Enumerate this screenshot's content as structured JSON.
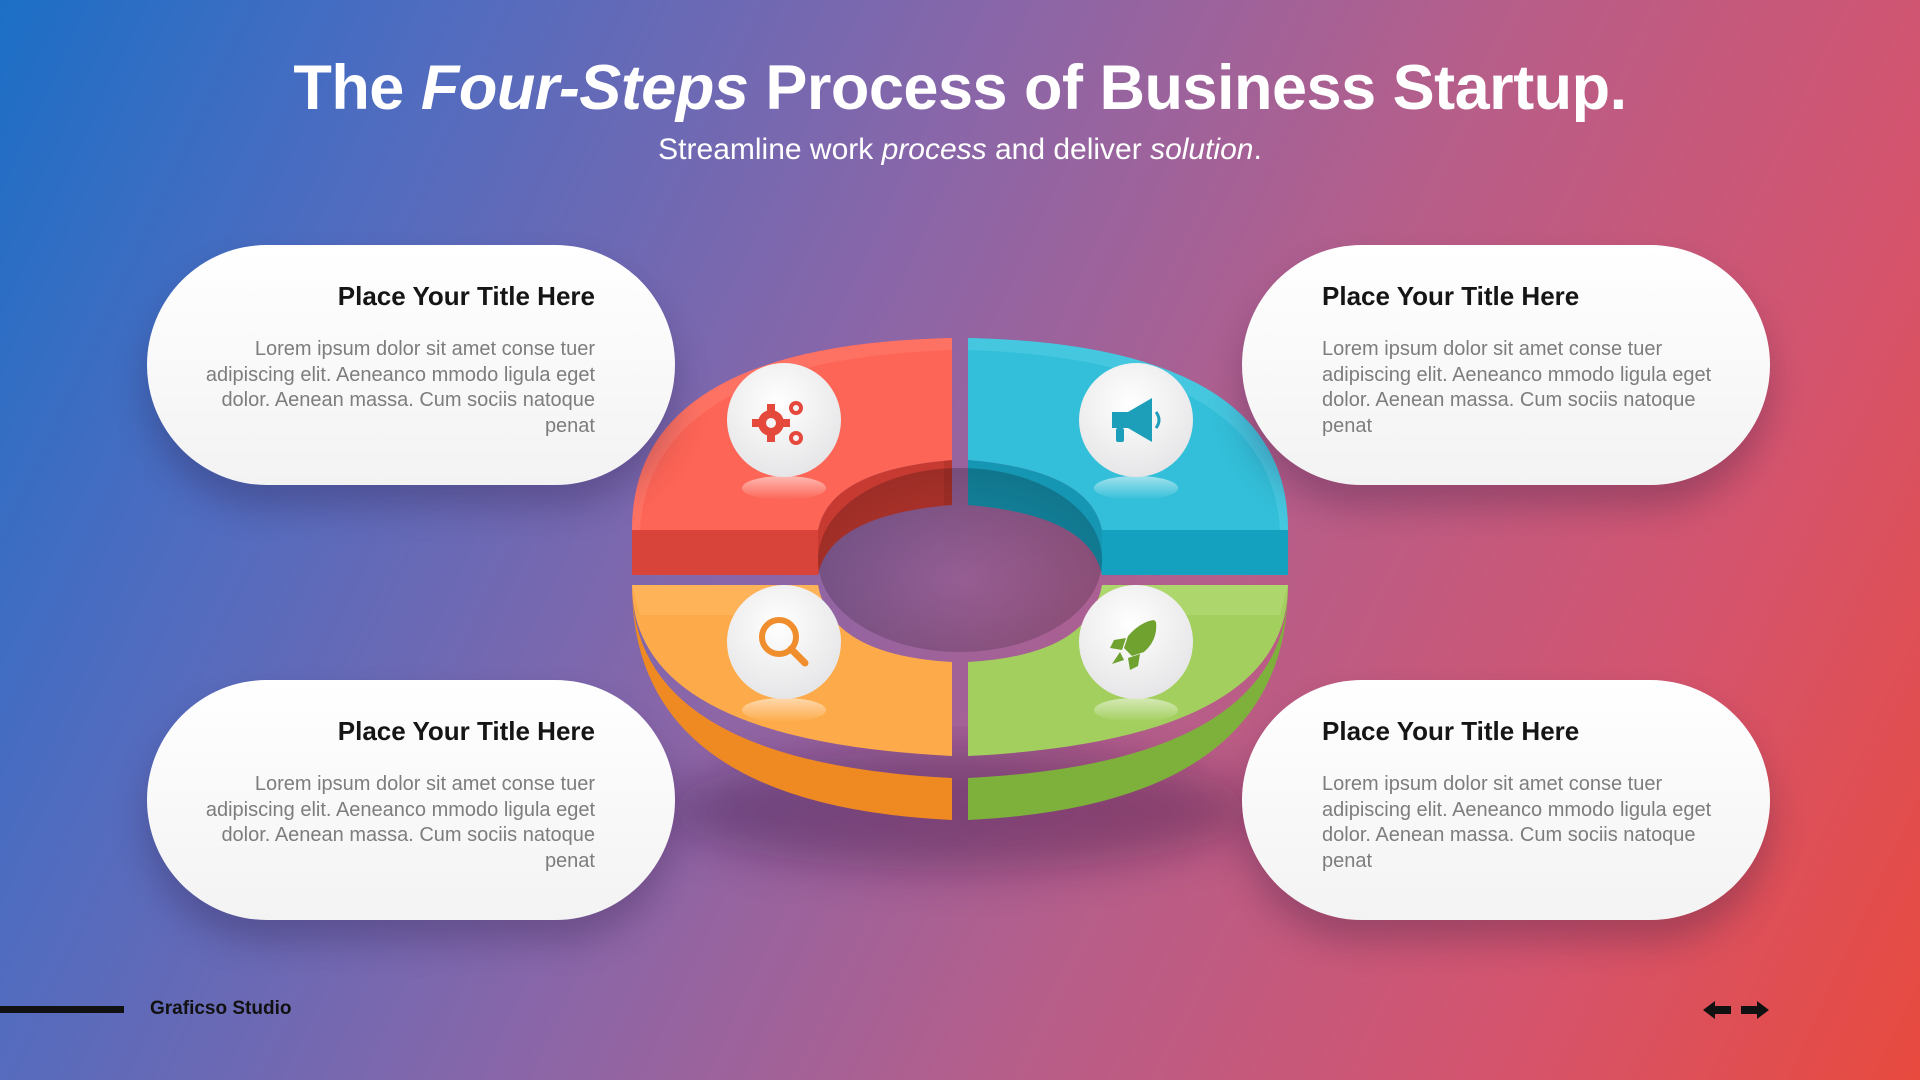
{
  "header": {
    "title_pre": "The ",
    "title_em": "Four-Steps",
    "title_post": " Process of Business Startup.",
    "subtitle_pre": "Streamline work ",
    "subtitle_em1": "process",
    "subtitle_mid": " and deliver ",
    "subtitle_em2": "solution",
    "subtitle_post": "."
  },
  "steps": [
    {
      "title": "Place Your Title Here",
      "body": "Lorem ipsum dolor sit amet conse tuer adipiscing elit. Aeneanco mmodo ligula eget dolor. Aenean massa. Cum sociis natoque penat",
      "icon": "gears-icon",
      "color": "#fd6556"
    },
    {
      "title": "Place Your Title Here",
      "body": "Lorem ipsum dolor sit amet conse tuer adipiscing elit. Aeneanco mmodo ligula eget dolor. Aenean massa. Cum sociis natoque penat",
      "icon": "megaphone-icon",
      "color": "#33bfd9"
    },
    {
      "title": "Place Your Title Here",
      "body": "Lorem ipsum dolor sit amet conse tuer adipiscing elit. Aeneanco mmodo ligula eget dolor. Aenean massa. Cum sociis natoque penat",
      "icon": "search-icon",
      "color": "#fdab4a"
    },
    {
      "title": "Place Your Title Here",
      "body": "Lorem ipsum dolor sit amet conse tuer adipiscing elit. Aeneanco mmodo ligula eget dolor. Aenean massa. Cum sociis natoque penat",
      "icon": "rocket-icon",
      "color": "#a3cf5e"
    }
  ],
  "footer": {
    "brand": "Graficso Studio",
    "prev_icon": "arrow-left-icon",
    "next_icon": "arrow-right-icon"
  }
}
